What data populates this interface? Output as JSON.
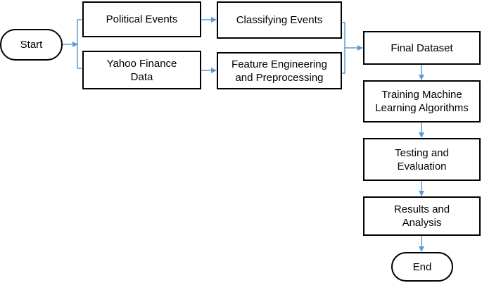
{
  "nodes": {
    "start": "Start",
    "political_events": "Political Events",
    "classifying_events": "Classifying Events",
    "yahoo_finance": "Yahoo Finance\nData",
    "feature_engineering": "Feature Engineering\nand Preprocessing",
    "final_dataset": "Final Dataset",
    "training": "Training Machine\nLearning Algorithms",
    "testing": "Testing and\nEvaluation",
    "results": "Results and\nAnalysis",
    "end": "End"
  },
  "colors": {
    "connector": "#5b9bd5",
    "border": "#000000"
  }
}
